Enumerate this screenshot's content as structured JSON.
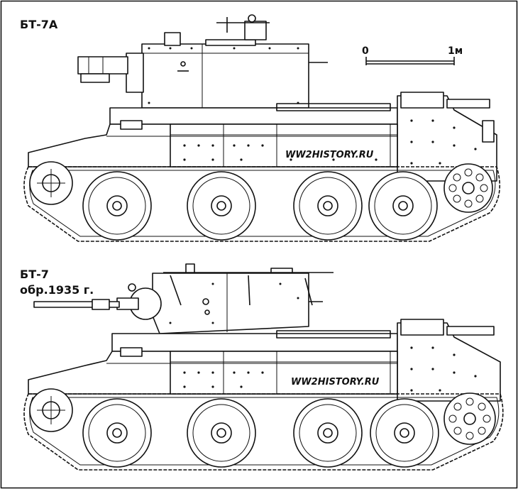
{
  "drawing": {
    "top": {
      "name": "БТ-7А",
      "watermark": "WW2HISTORY.RU"
    },
    "bottom": {
      "name_line1": "БТ-7",
      "name_line2": "обр.1935 г.",
      "watermark": "WW2HISTORY.RU"
    },
    "scale": {
      "zero": "0",
      "one": "1м"
    }
  },
  "colors": {
    "ink": "#111111",
    "paper": "#ffffff"
  }
}
